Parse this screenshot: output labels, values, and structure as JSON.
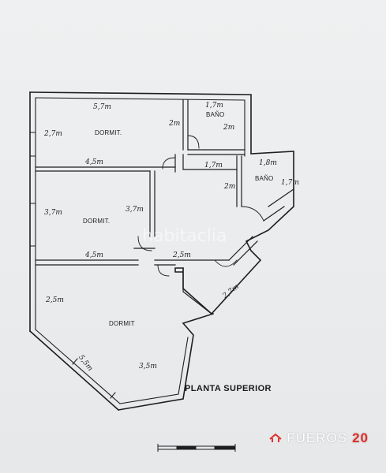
{
  "plan": {
    "rooms": [
      {
        "id": "bedroom-1",
        "label": "DORMIT."
      },
      {
        "id": "bathroom-1",
        "label": "BAÑO"
      },
      {
        "id": "bathroom-2",
        "label": "BAÑO"
      },
      {
        "id": "bedroom-2",
        "label": "DORMIT."
      },
      {
        "id": "bedroom-3",
        "label": "DORMIT"
      }
    ],
    "dimensions": [
      "5,7m",
      "2,7m",
      "4,5m",
      "2m",
      "1,7m",
      "2m",
      "1,7m",
      "2m",
      "1,8m",
      "1,7m",
      "3,7m",
      "3,7m",
      "4,5m",
      "2,5m",
      "2,5m",
      "2,7m",
      "5,5m",
      "3,5m"
    ],
    "caption": "PLANTA SUPERIOR",
    "watermark": "habitaclia"
  },
  "brand": {
    "name": "FUEROS",
    "number": "20",
    "accent": "#e0302a"
  }
}
